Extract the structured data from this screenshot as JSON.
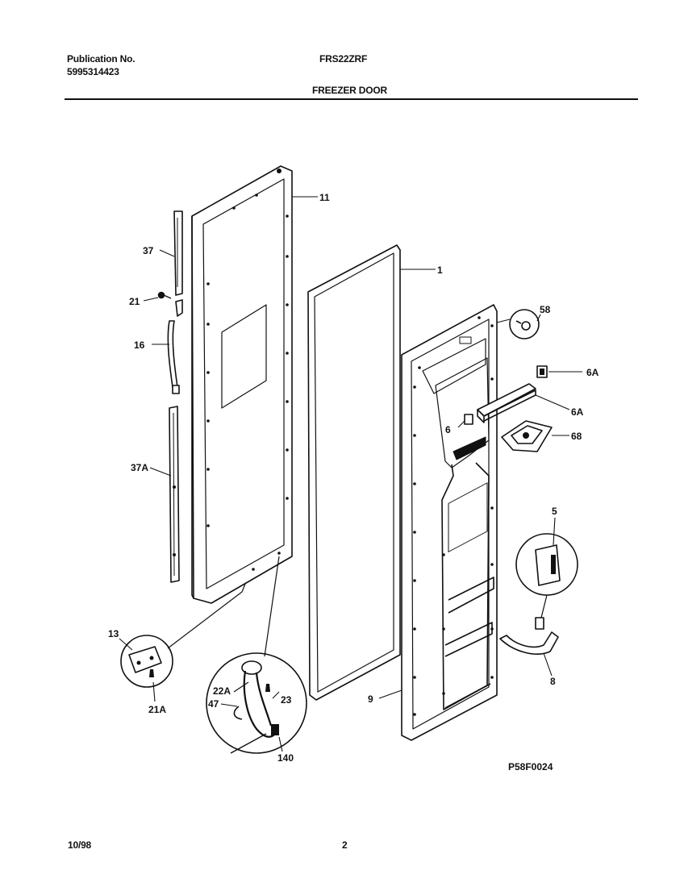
{
  "header": {
    "publication_label": "Publication No.",
    "publication_number": "5995314423",
    "model": "FRS22ZRF",
    "section_title": "FREEZER DOOR"
  },
  "diagram": {
    "code": "P58F0024",
    "labels": {
      "l11": "11",
      "l1": "1",
      "l37": "37",
      "l21": "21",
      "l16": "16",
      "l37a": "37A",
      "l58": "58",
      "l6a_top": "6A",
      "l6a_mid": "6A",
      "l6": "6",
      "l68": "68",
      "l5": "5",
      "l8": "8",
      "l9": "9",
      "l13": "13",
      "l21a": "21A",
      "l22a": "22A",
      "l23": "23",
      "l47": "47",
      "l140": "140"
    }
  },
  "footer": {
    "date": "10/98",
    "page": "2"
  }
}
